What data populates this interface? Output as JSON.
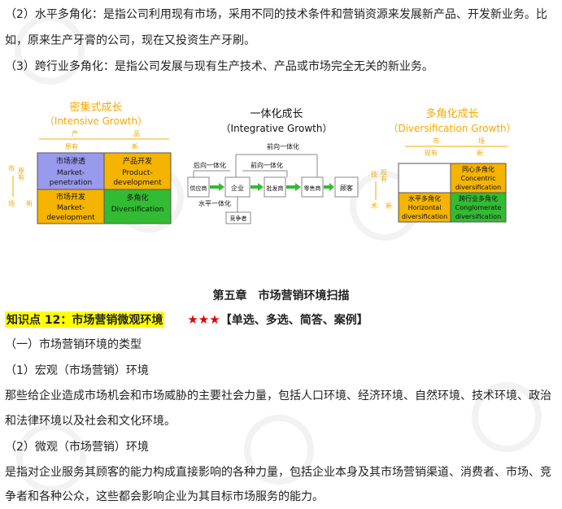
{
  "top_text": {
    "line1": "（2）水平多角化：是指公司利用现有市场，采用不同的技术条件和营销资源来发展新产品、开发新业务。比",
    "line2": "如，原来生产牙膏的公司，现在又投资生产牙刷。",
    "line3": "（3）跨行业多角化：是指公司发展与现有生产技术、产品或市场完全无关的新业务。"
  },
  "diagram_intensive": {
    "title_cn": "密集式成长",
    "title_en": "（Intensive Growth）",
    "product_label_left": "产",
    "product_label_right": "品",
    "col1": "原有",
    "col2": "新",
    "row_label_top": "市",
    "row_label_bottom": "场",
    "row1": "原有",
    "row2": "新",
    "cells": [
      {
        "cn": "市场渗透",
        "en1": "Market-",
        "en2": "penetration",
        "color": "#9999ee"
      },
      {
        "cn": "产品开发",
        "en1": "Product-",
        "en2": "development",
        "color": "#f5b400"
      },
      {
        "cn": "市场开发",
        "en1": "Market-",
        "en2": "development",
        "color": "#f5b400"
      },
      {
        "cn": "多角化",
        "en1": "Diversification",
        "en2": "",
        "color": "#33bb33"
      }
    ]
  },
  "diagram_integrative": {
    "title_cn": "一体化成长",
    "title_en": "（Integrative Growth）",
    "forward_top": "前向一体化",
    "backward": "后向一体化",
    "forward_mid": "前向一体化",
    "horizontal": "水平一体化",
    "nodes": [
      "供应商",
      "企业",
      "批发商",
      "零售商",
      "顾客"
    ],
    "competitor": "竞争者"
  },
  "diagram_diversification": {
    "title_cn": "多角化成长",
    "title_en": "（Diversification Growth）",
    "market_label_left": "市",
    "market_label_right": "场",
    "col1": "现有",
    "col2": "新",
    "tech_label_top": "技",
    "tech_label_bottom": "术",
    "row1": "现有",
    "row2": "新",
    "cells": [
      {
        "cn": "",
        "en1": "",
        "en2": "",
        "color": "#ffffff"
      },
      {
        "cn": "同心多角化",
        "en1": "Concentric",
        "en2": "diversification",
        "color": "#f5b400"
      },
      {
        "cn": "水平多角化",
        "en1": "Horizontal",
        "en2": "diversification",
        "color": "#f5b400"
      },
      {
        "cn": "跨行业多角化",
        "en1": "Conglomerate",
        "en2": "diversification",
        "color": "#33bb33"
      }
    ]
  },
  "chapter_title": "第五章　市场营销环境扫描",
  "knowledge_point": {
    "label": "知识点 12：市场营销微观环境",
    "stars": "★★★",
    "tags": "【单选、多选、简答、案例】"
  },
  "body_text": {
    "l1": "（一）市场营销环境的类型",
    "l2": "（1）宏观（市场营销）环境",
    "l3": "那些给企业造成市场机会和市场威胁的主要社会力量，包括人口环境、经济环境、自然环境、技术环境、政治",
    "l4": "和法律环境以及社会和文化环境。",
    "l5": "（2）微观（市场营销）环境",
    "l6": "是指对企业服务其顾客的能力构成直接影响的各种力量，包括企业本身及其市场营销渠道、消费者、市场、竞",
    "l7": "争者和各种公众，这些都会影响企业为其目标市场服务的能力。"
  },
  "colors": {
    "orange_title": "#f5a800",
    "purple": "#9999ee",
    "amber": "#f5b400",
    "green": "#33bb33",
    "highlight": "#ffff00",
    "star": "#e00000"
  }
}
